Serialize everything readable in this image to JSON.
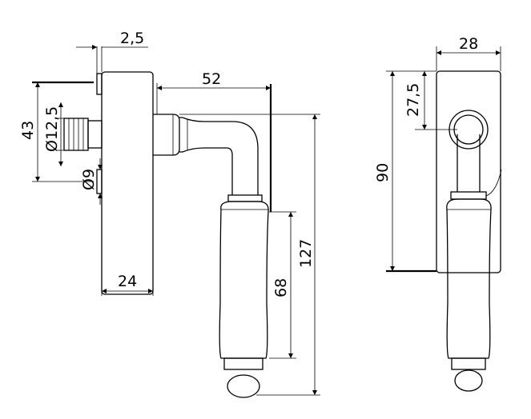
{
  "dimensions": {
    "d_2_5": "2,5",
    "d_52": "52",
    "d_43": "43",
    "d_12_5": "Ø12,5",
    "d_9": "Ø9",
    "d_24": "24",
    "d_68": "68",
    "d_127": "127",
    "d_28": "28",
    "d_27_5": "27,5",
    "d_90": "90"
  }
}
